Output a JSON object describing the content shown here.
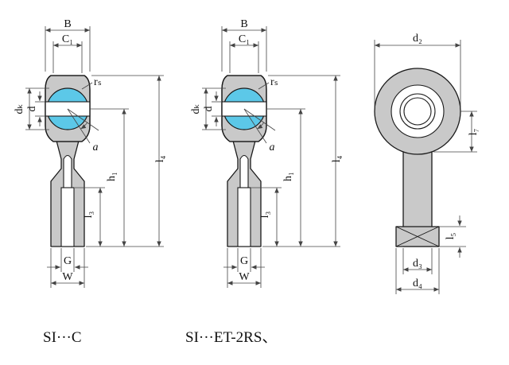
{
  "drawing": {
    "type": "technical-diagram",
    "subject": "rod end spherical plain bearings, female thread, sectional and front views"
  },
  "figures": {
    "left": {
      "caption": "SI···C"
    },
    "middle": {
      "caption": "SI···ET-2RS、"
    }
  },
  "labels": {
    "B": "B",
    "C1": "C₁",
    "rs": "rₛ",
    "dk": "dₖ",
    "d": "d",
    "a": "a",
    "l4": "l₄",
    "h1": "h₁",
    "l3": "l₃",
    "G": "G",
    "W": "W",
    "d2": "d₂",
    "l7": "l₇",
    "d3": "d₃",
    "l5": "l₅",
    "d4": "d₄"
  },
  "colors": {
    "background": "#ffffff",
    "body": "#c9c9c9",
    "ball": "#5cc8e8",
    "outline": "#1a1a1a",
    "dimension": "#444444"
  }
}
